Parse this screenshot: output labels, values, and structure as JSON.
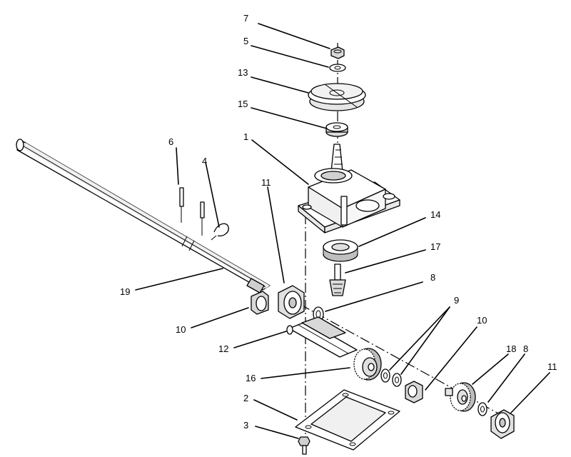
{
  "callouts": [
    {
      "id": "c7a",
      "text": "7"
    },
    {
      "id": "c5",
      "text": "5"
    },
    {
      "id": "c13",
      "text": "13"
    },
    {
      "id": "c15",
      "text": "15"
    },
    {
      "id": "c1",
      "text": "1"
    },
    {
      "id": "c6",
      "text": "6"
    },
    {
      "id": "c4",
      "text": "4"
    },
    {
      "id": "c11a",
      "text": "11"
    },
    {
      "id": "c14",
      "text": "14"
    },
    {
      "id": "c17",
      "text": "17"
    },
    {
      "id": "c8a",
      "text": "8"
    },
    {
      "id": "c19",
      "text": "19"
    },
    {
      "id": "c9",
      "text": "9"
    },
    {
      "id": "c10a",
      "text": "10"
    },
    {
      "id": "c10b",
      "text": "10"
    },
    {
      "id": "c12",
      "text": "12"
    },
    {
      "id": "c18",
      "text": "18"
    },
    {
      "id": "c8b",
      "text": "8"
    },
    {
      "id": "c11b",
      "text": "11"
    },
    {
      "id": "c16",
      "text": "16"
    },
    {
      "id": "c2",
      "text": "2"
    },
    {
      "id": "c3",
      "text": "3"
    }
  ]
}
